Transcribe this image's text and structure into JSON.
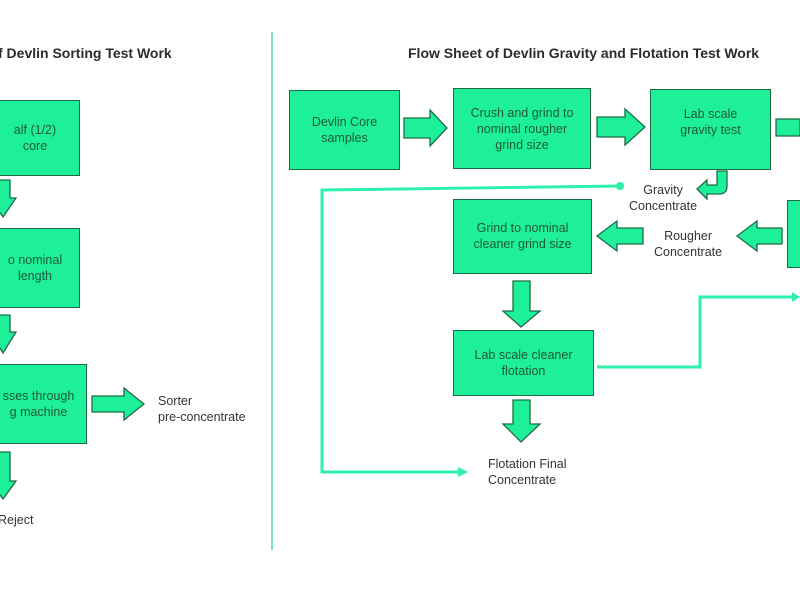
{
  "left_panel": {
    "title": "f Devlin Sorting Test Work",
    "boxes": [
      {
        "text_line1": "alf (1/2)",
        "text_line2": "core"
      },
      {
        "text_line1": "o nominal",
        "text_line2": "length"
      },
      {
        "text_line1": "sses through",
        "text_line2": "g machine"
      }
    ],
    "labels": {
      "sorter_line1": "Sorter",
      "sorter_line2": "pre-concentrate",
      "reject": "Reject"
    }
  },
  "right_panel": {
    "title": "Flow Sheet of Devlin Gravity and Flotation Test Work",
    "boxes": {
      "core_samples": {
        "line1": "Devlin Core",
        "line2": "samples"
      },
      "crush_grind": {
        "line1": "Crush and grind to",
        "line2": "nominal rougher",
        "line3": "grind size"
      },
      "gravity_test": {
        "line1": "Lab scale",
        "line2": "gravity test"
      },
      "cleaner_grind": {
        "line1": "Grind to nominal",
        "line2": "cleaner grind size"
      },
      "cleaner_flotation": {
        "line1": "Lab scale cleaner",
        "line2": "flotation"
      }
    },
    "labels": {
      "gravity_conc_line1": "Gravity",
      "gravity_conc_line2": "Concentrate",
      "rougher_conc_line1": "Rougher",
      "rougher_conc_line2": "Concentrate",
      "final_conc_line1": "Flotation Final",
      "final_conc_line2": "Concentrate"
    }
  },
  "colors": {
    "box_fill": "#1ef09a",
    "box_border": "#1e6b45",
    "line": "#2ff0a8",
    "divider": "#7fe3c6"
  }
}
